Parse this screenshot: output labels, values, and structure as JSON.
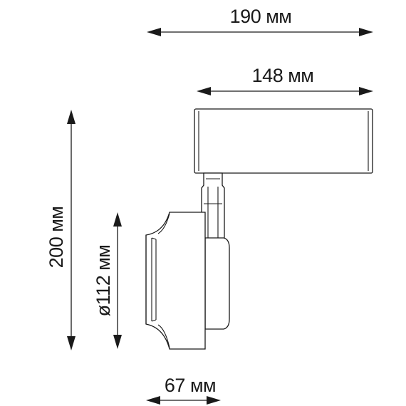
{
  "dimensions": {
    "overall_length": "190 мм",
    "housing_length": "148 мм",
    "height": "200 мм",
    "diameter": "ø112 мм",
    "depth": "67 мм"
  }
}
